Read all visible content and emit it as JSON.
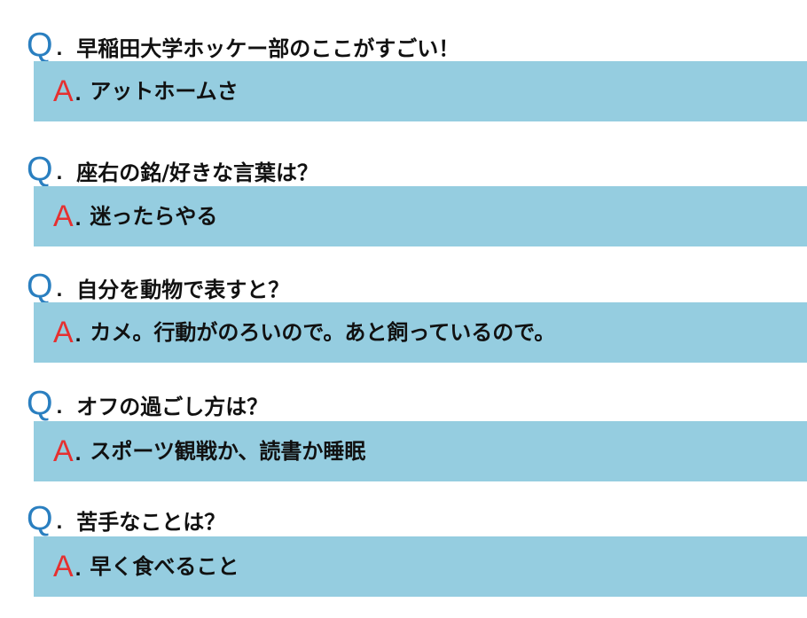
{
  "q_marker": "Q",
  "a_marker": "A",
  "separator": ".",
  "colors": {
    "q_marker": "#2a7fc0",
    "a_marker": "#e53030",
    "answer_box": "#95cde0",
    "text": "#111111"
  },
  "items": [
    {
      "question": "早稲田大学ホッケー部のここがすごい！",
      "answer": "アットホームさ"
    },
    {
      "question": "座右の銘/好きな言葉は？",
      "answer": "迷ったらやる"
    },
    {
      "question": "自分を動物で表すと？",
      "answer": "カメ。行動がのろいので。あと飼っているので。"
    },
    {
      "question": "オフの過ごし方は？",
      "answer": "スポーツ観戦か、読書か睡眠"
    },
    {
      "question": "苦手なことは？",
      "answer": "早く食べること"
    }
  ]
}
